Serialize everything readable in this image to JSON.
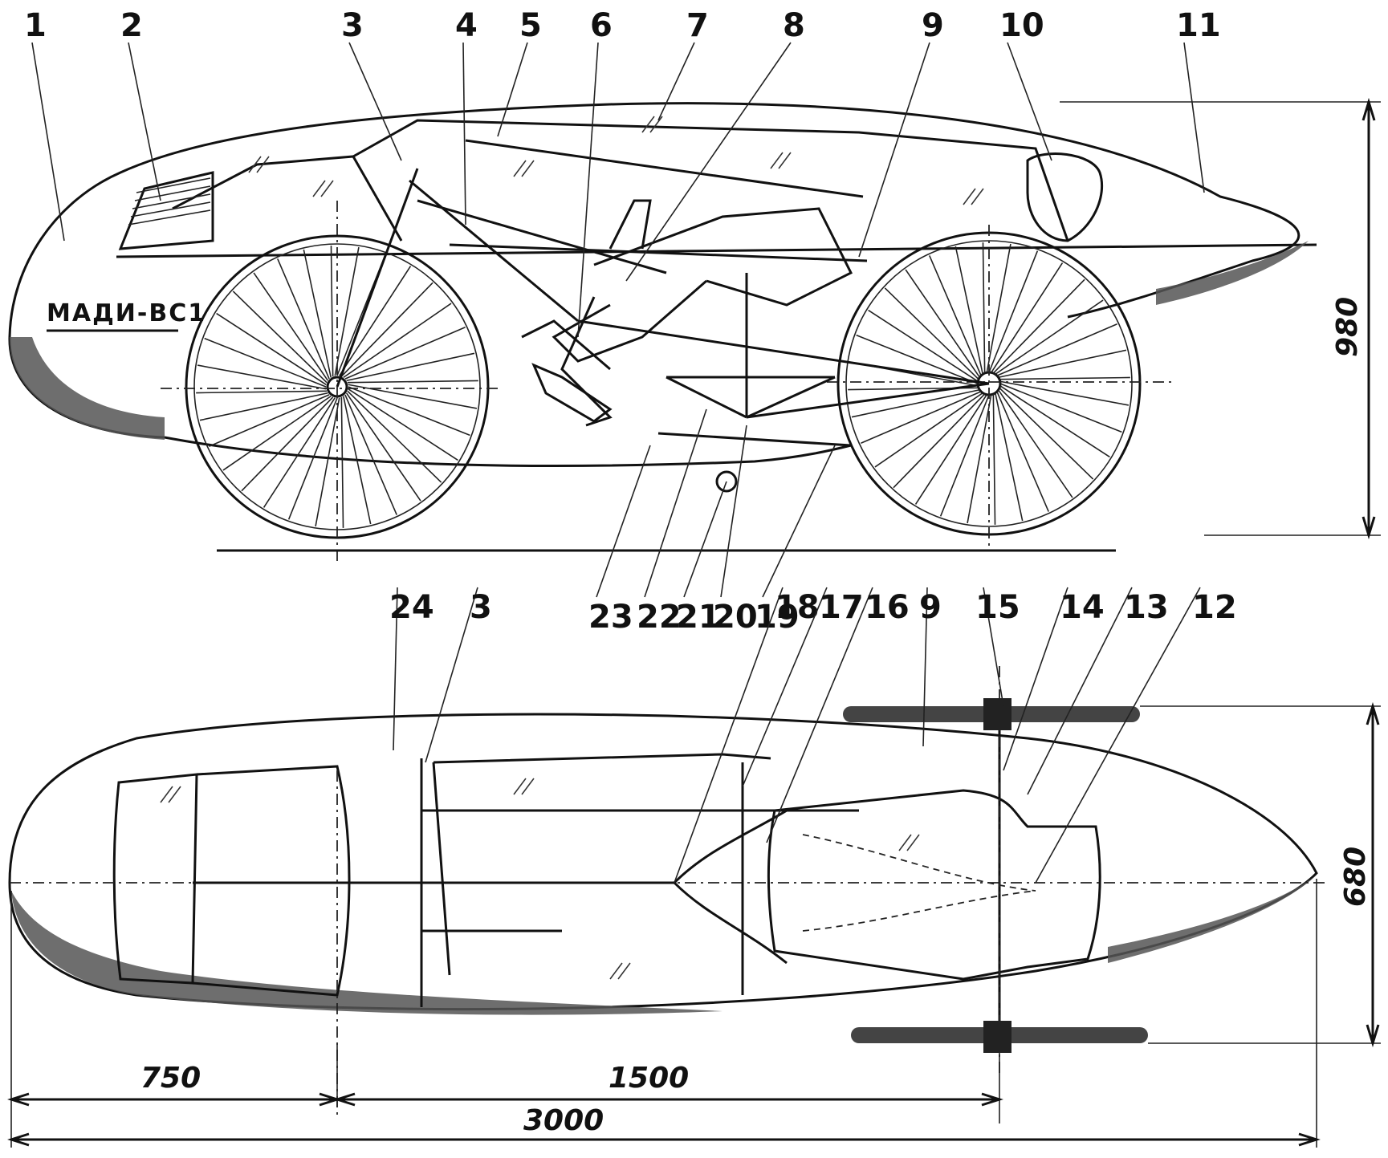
{
  "side_view": {
    "brand_label": "МАДИ-ВС1",
    "callouts": [
      "1",
      "2",
      "3",
      "4",
      "5",
      "6",
      "7",
      "8",
      "9",
      "10",
      "11",
      "23",
      "22",
      "21",
      "20",
      "19"
    ],
    "dimension_height": "980"
  },
  "top_view": {
    "callouts": [
      "24",
      "3",
      "18",
      "17",
      "16",
      "9",
      "15",
      "14",
      "13",
      "12"
    ],
    "dimension_width": "680",
    "dimension_front": "750",
    "dimension_wheelbase": "1500",
    "dimension_length": "3000"
  },
  "colors": {
    "ink": "#111111",
    "paper": "#ffffff"
  }
}
